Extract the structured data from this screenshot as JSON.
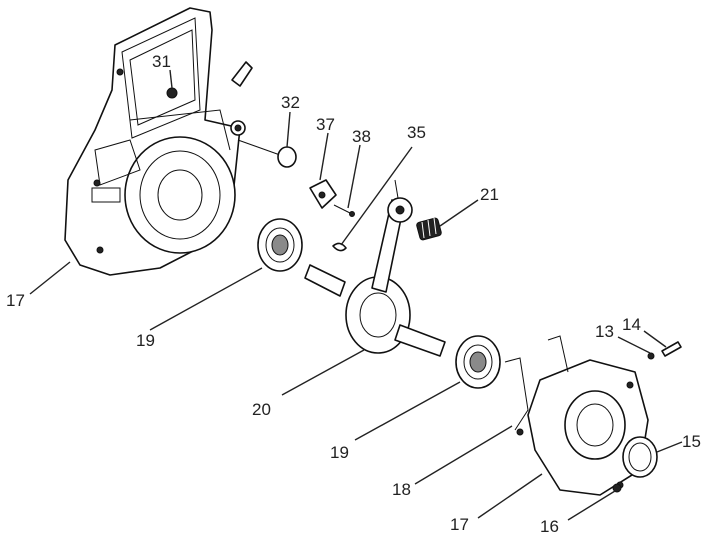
{
  "callouts": {
    "c31": "31",
    "c32": "32",
    "c37": "37",
    "c38": "38",
    "c35": "35",
    "c21": "21",
    "c17a": "17",
    "c19a": "19",
    "c20": "20",
    "c19b": "19",
    "c13": "13",
    "c14": "14",
    "c15": "15",
    "c18": "18",
    "c17b": "17",
    "c16": "16"
  }
}
